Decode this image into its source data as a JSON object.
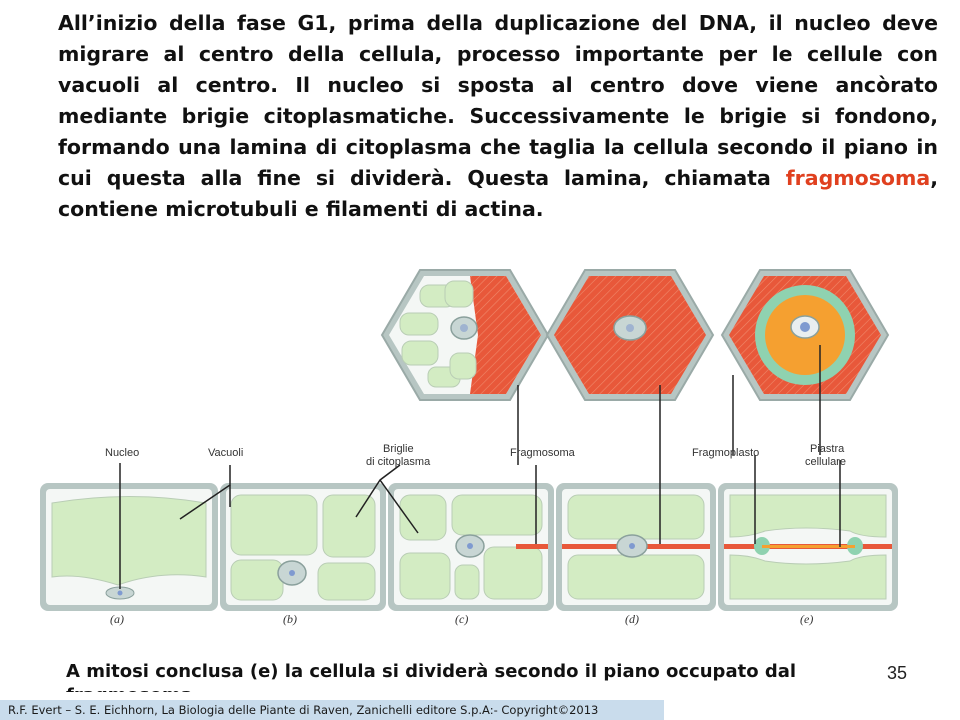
{
  "intro": {
    "before": "All’inizio della fase G1, prima della duplicazione del DNA, il nucleo deve migrare al centro della cellula, processo importante per le cellule con vacuoli al centro. Il nucleo si sposta al centro dove viene ancòrato mediante brigie citoplasmatiche. Successivamente  le brigie si fondono, formando una lamina di citoplasma che taglia la cellula secondo il piano in cui questa alla fine si dividerà. Questa lamina, chiamata ",
    "highlight": "fragmosoma",
    "after": ", contiene microtubuli e filamenti di actina."
  },
  "figure": {
    "labels": {
      "nucleo": "Nucleo",
      "vacuoli": "Vacuoli",
      "briglie_1": "Briglie",
      "briglie_2": "di citoplasma",
      "fragmosoma": "Fragmosoma",
      "fragmoplasto": "Fragmoplasto",
      "piastra_1": "Piastra",
      "piastra_2": "cellulare"
    },
    "panels": [
      "(a)",
      "(b)",
      "(c)",
      "(d)",
      "(e)"
    ],
    "colors": {
      "vacuole": "#d3ecc3",
      "wall": "#b7c6c3",
      "cytoplasm": "#f4f7f5",
      "phragmosome": "#e8583a",
      "phragmoplast": "#8fd2b0",
      "cell_plate": "#f5a030",
      "nucleus": "#c8d6d4"
    }
  },
  "bottom_text": "A mitosi conclusa (e) la cellula si dividerà secondo il piano occupato dal fragmosoma.",
  "page_number": "35",
  "footer": "R.F. Evert – S. E. Eichhorn, La Biologia delle Piante di Raven, Zanichelli editore S.p.A:- Copyright©2013"
}
